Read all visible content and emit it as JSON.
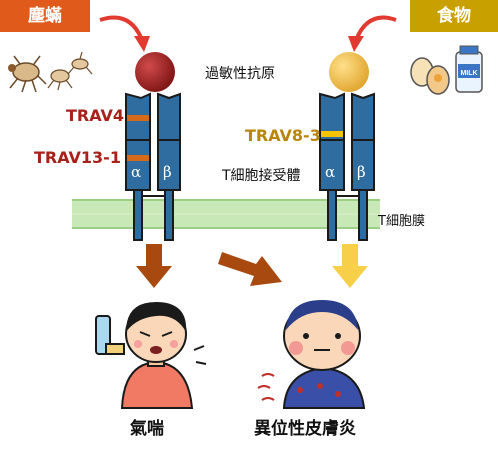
{
  "colors": {
    "mite_tag": "#e05a1b",
    "food_tag": "#c8a000",
    "mite_arrow": "#e23a30",
    "mite_antigen": "#9b1f1f",
    "food_antigen": "#f2c04a",
    "receptor": "#2f6c9f",
    "receptor_dark": "#1f4b74",
    "band_orange": "#d56a1a",
    "band_yellow": "#f5c400",
    "trav_red": "#a8201a",
    "trav_gold": "#b8860b",
    "arrow_brown": "#a84a10",
    "arrow_yellow": "#f7cf48"
  },
  "labels": {
    "mite_tag": "塵蟎",
    "food_tag": "食物",
    "antigen": "過敏性抗原",
    "tcr": "T細胞接受體",
    "membrane": "T細胞膜",
    "trav4": "TRAV4",
    "trav13": "TRAV13-1",
    "trav83": "TRAV8-3",
    "alpha": "α",
    "beta": "β",
    "asthma": "氣喘",
    "dermatitis": "異位性皮膚炎",
    "milk": "MILK"
  },
  "icons": {
    "mites": "dust-mite-icon",
    "food": "egg-milk-icon",
    "asthma_person": "asthma-person-icon",
    "dermatitis_person": "dermatitis-person-icon",
    "inhaler": "inhaler-icon"
  }
}
